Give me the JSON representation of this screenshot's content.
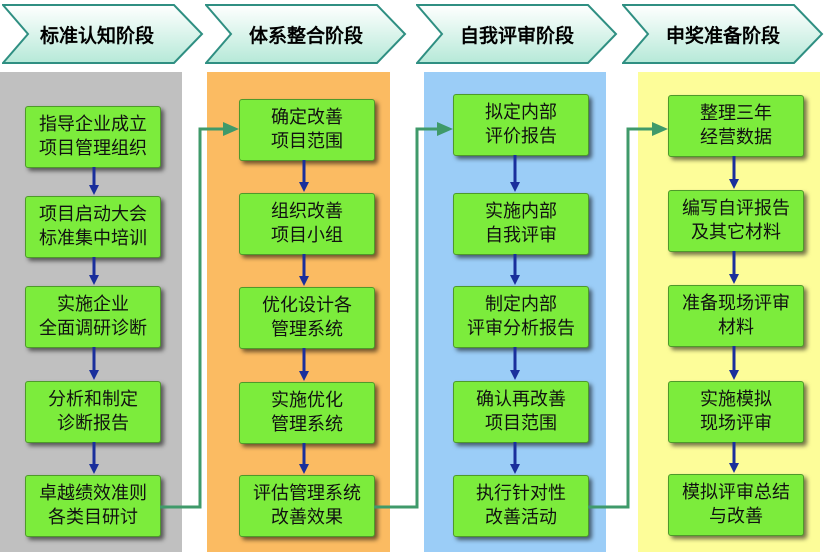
{
  "stages": [
    {
      "title": "标准认知阶段",
      "color": "#c0c0c0",
      "steps": [
        [
          "指导企业成立",
          "项目管理组织"
        ],
        [
          "项目启动大会",
          "标准集中培训"
        ],
        [
          "实施企业",
          "全面调研诊断"
        ],
        [
          "分析和制定",
          "诊断报告"
        ],
        [
          "卓越绩效准则",
          "各类目研讨"
        ]
      ]
    },
    {
      "title": "体系整合阶段",
      "color": "#fbbb62",
      "steps": [
        [
          "确定改善",
          "项目范围"
        ],
        [
          "组织改善",
          "项目小组"
        ],
        [
          "优化设计各",
          "管理系统"
        ],
        [
          "实施优化",
          "管理系统"
        ],
        [
          "评估管理系统",
          "改善效果"
        ]
      ]
    },
    {
      "title": "自我评审阶段",
      "color": "#9bcdf7",
      "steps": [
        [
          "拟定内部",
          "评价报告"
        ],
        [
          "实施内部",
          "自我评审"
        ],
        [
          "制定内部",
          "评审分析报告"
        ],
        [
          "确认再改善",
          "项目范围"
        ],
        [
          "执行针对性",
          "改善活动"
        ]
      ]
    },
    {
      "title": "申奖准备阶段",
      "color": "#fdfd99",
      "steps": [
        [
          "整理三年",
          "经营数据"
        ],
        [
          "编写自评报告",
          "及其它材料"
        ],
        [
          "准备现场评审",
          "材料"
        ],
        [
          "实施模拟",
          "现场评审"
        ],
        [
          "模拟评审总结",
          "与改善"
        ]
      ]
    }
  ],
  "colors": {
    "box_fill": "#7cec3c",
    "down_arrow": "#1a2f9c",
    "connector": "#3f9a6a",
    "chevron_top": "#ffffff",
    "chevron_bottom": "#b6e9d8"
  }
}
